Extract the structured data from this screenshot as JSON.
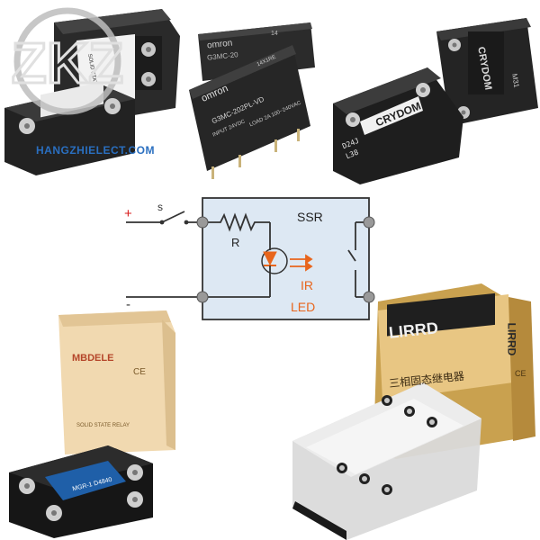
{
  "watermark": {
    "logo_text": "ZKZ",
    "url_text": "HANGZHIELECT.COM"
  },
  "photos": {
    "top_left": {
      "body_text": "SOLID STATE RELAY"
    },
    "top_center": {
      "relay_back": {
        "brand": "omron",
        "model": "G3MC-20",
        "code": "14"
      },
      "relay_front": {
        "brand": "omron",
        "model": "G3MC-202PL-VD",
        "code": "14X1RE",
        "input": "INPUT 24VDC",
        "load": "LOAD 2A 100~240VAC"
      }
    },
    "top_right": {
      "brand_front": "CRYDOM",
      "brand_side": "CRYDOM",
      "code_a": "D24J",
      "code_b": "L38",
      "side_code": "M31"
    },
    "bottom_left": {
      "box_brand": "MBDELE",
      "box_mark": "CE",
      "box_side": "SOLID STATE RELAY",
      "relay_model": "MGR-1 D4840"
    },
    "bottom_right": {
      "box_brand": "LIRRD",
      "box_brand_side": "LIRRD",
      "box_cn": "三相固态继电器",
      "box_side_mark": "CE"
    }
  },
  "diagram": {
    "plus": "+",
    "minus": "-",
    "switch": "s",
    "resistor": "R",
    "ssr": "SSR",
    "ir": "IR",
    "led": "LED",
    "colors": {
      "box_fill": "#dde8f3",
      "border": "#333333",
      "terminal": "#999999",
      "led": "#e8651c",
      "plus": "#d81b1b"
    }
  }
}
